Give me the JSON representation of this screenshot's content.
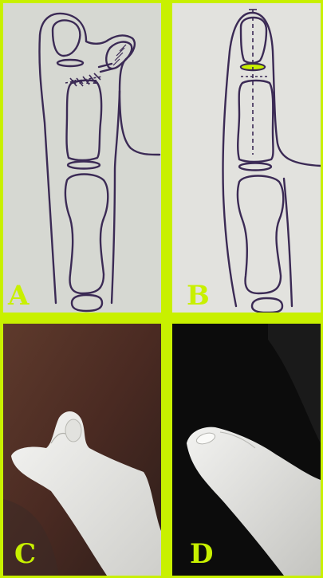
{
  "panels": [
    {
      "key": "a",
      "label": "A",
      "name": "preoperative-drawing"
    },
    {
      "key": "b",
      "label": "B",
      "name": "postoperative-drawing"
    },
    {
      "key": "c",
      "label": "C",
      "name": "preoperative-photo"
    },
    {
      "key": "d",
      "label": "D",
      "name": "postoperative-photo"
    }
  ],
  "colors": {
    "frame": "#c8f000",
    "label": "#c8f000",
    "ink": "#3b2a55",
    "marker": "#c8f000"
  }
}
